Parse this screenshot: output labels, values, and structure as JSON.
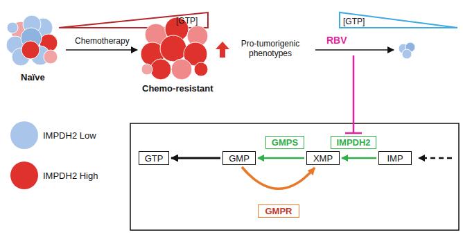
{
  "diagram": {
    "nodes": [
      {
        "text": [
          "GMPS"
        ]
      },
      {
        "text": [
          "IMPDH2"
        ]
      },
      {
        "text": [
          "GTP"
        ]
      },
      {
        "text": [
          "GMP"
        ]
      },
      {
        "text": [
          "XMP"
        ]
      },
      {
        "text": [
          "IMP"
        ]
      },
      {
        "text": [
          "GMPR"
        ]
      }
    ],
    "edges": [
      {
        "from": 5,
        "to": 4,
        "arrow": "to"
      },
      {
        "from": 4,
        "to": 3,
        "arrow": "to"
      },
      {
        "from": 3,
        "to": 2,
        "arrow": "to"
      },
      {
        "from": 3,
        "to": 4,
        "arrow": "to"
      }
    ],
    "labels": [
      "[GTP]",
      "[GTP]",
      "Naïve",
      "Chemotherapy",
      "Chemo-resistant",
      "Pro-tumorigenic phenotypes",
      "RBV"
    ],
    "legend": [
      {
        "text": "IMPDH2 Low",
        "color": "#a9c6ea"
      },
      {
        "text": "IMPDH2 High",
        "color": "#e0322c"
      }
    ]
  }
}
